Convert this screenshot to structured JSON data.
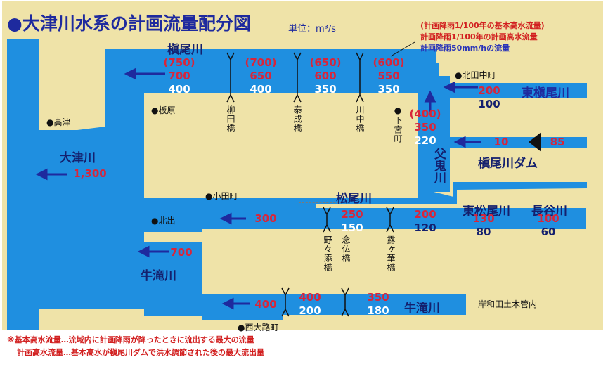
{
  "title": "●大津川水系の計画流量配分図",
  "unit": "単位：m³/s",
  "legend": {
    "line1": "(計画降雨1/100年の基本高水流量)",
    "line2": "計画降雨1/100年の計画高水流量",
    "line3": "計画降雨50mm/hの流量"
  },
  "rivers": {
    "otsu": "大津川",
    "makio": "槇尾川",
    "higashi_makio": "東槇尾川",
    "chichioni": "父鬼川",
    "matsuo": "松尾川",
    "higashi_matsuo": "東松尾川",
    "haseo": "長谷川",
    "ushitaki": "牛滝川",
    "ushitaki_upper": "牛滝川",
    "dam": "槇尾川ダム"
  },
  "places": {
    "takatsu": "●高津",
    "itahara": "●板原",
    "kitade": "●北出",
    "odacho": "●小田町",
    "kitadanaka": "●北田中町",
    "shimomiya": "●下宮町",
    "nishiojicho": "●西大路町",
    "kishiwada": "岸和田土木管内"
  },
  "bridges": {
    "yanagida": "柳田橋",
    "taisei": "泰成橋",
    "kawanaka": "川中橋",
    "nonozoe": "野々添橋",
    "nenbutsu": "念仏橋",
    "tsuyugahana": "露ヶ華橋"
  },
  "flows": {
    "makio": [
      {
        "b": "(750)",
        "p": "700",
        "r": "400"
      },
      {
        "b": "(700)",
        "p": "650",
        "r": "400"
      },
      {
        "b": "(650)",
        "p": "600",
        "r": "350"
      },
      {
        "b": "(600)",
        "p": "550",
        "r": "350"
      }
    ],
    "higashi_makio": {
      "p": "200",
      "r": "100"
    },
    "chichioni": {
      "b": "(400)",
      "p": "350",
      "r": "220"
    },
    "dam": {
      "in": "10",
      "out": "85"
    },
    "otsu": "1,300",
    "matsuo_main": "300",
    "matsuo_1": {
      "p": "250",
      "r": "150"
    },
    "matsuo_2": {
      "p": "200",
      "r": "120"
    },
    "higashi_matsuo": {
      "p": "130",
      "r": "80"
    },
    "haseo": {
      "p": "100",
      "r": "60"
    },
    "ushitaki_main": "700",
    "ushitaki_low": "400",
    "ushitaki_mid": {
      "p": "400",
      "r": "200"
    },
    "ushitaki_up": {
      "p": "350",
      "r": "180"
    }
  },
  "notes": {
    "line1": "※基本高水流量…流域内に計画降雨が降ったときに流出する最大の流量",
    "line2": "計画高水流量…基本高水が槇尾川ダムで洪水調節された後の最大流出量"
  },
  "colors": {
    "river": "#1f8fe0",
    "background": "#efe3a8",
    "red": "#d8253a",
    "navy": "#1e2a9e"
  }
}
